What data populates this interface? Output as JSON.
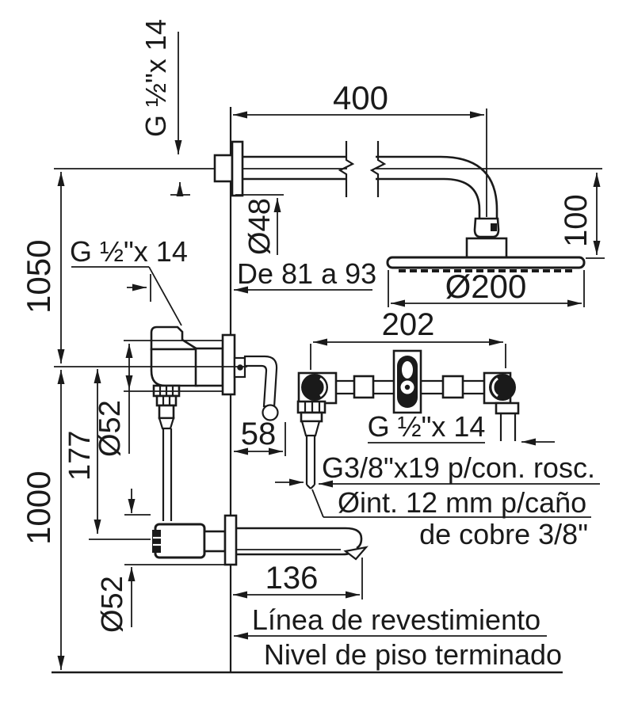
{
  "colors": {
    "background": "#ffffff",
    "line": "#1a1a1a"
  },
  "drawing": {
    "type": "plumbing installation technical drawing",
    "labels": {
      "arm_thread": "G ½\"x 14",
      "arm_length": "400",
      "arm_flange_diameter": "Ø48",
      "arm_wall_range": "De 81 a 93",
      "head_drop": "100",
      "head_diameter": "Ø200",
      "mixer_centers": "202",
      "shower_valve_height": "1050",
      "valve_thread": "G ½\"x 14",
      "valve_flange_diameter": "Ø52",
      "valve_to_spout": "177",
      "handle_projection": "58",
      "mixer_thread": "G ½\"x 14",
      "supply_thread": "G3/8\"x19 p/con. rosc.",
      "supply_pipe_note_1": "Øint. 12 mm p/caño",
      "supply_pipe_note_2": "de cobre 3/8\"",
      "spout_height": "1000",
      "spout_length": "136",
      "spout_flange_diameter": "Ø52",
      "cladding_line": "Línea de revestimiento",
      "floor_line": "Nivel de piso terminado"
    }
  }
}
